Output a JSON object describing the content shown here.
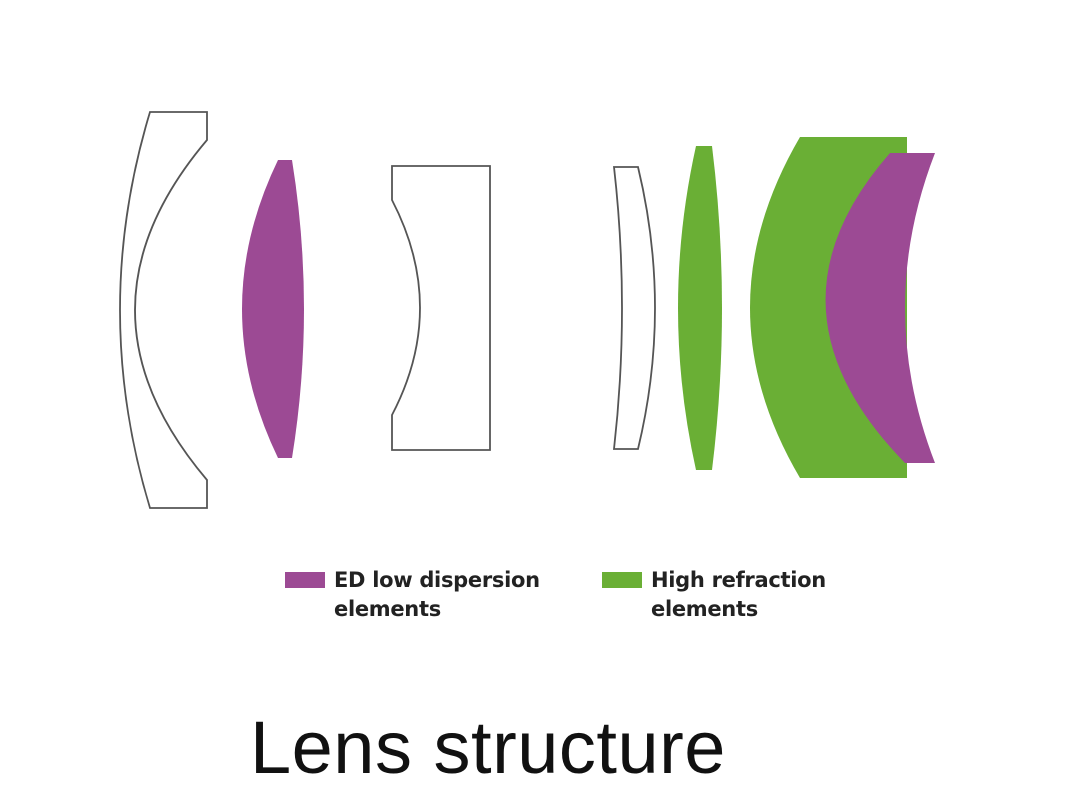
{
  "colors": {
    "ed": "#9c4a94",
    "high_refraction": "#6aaf35",
    "outline": "#555555"
  },
  "legend": [
    {
      "line1": "ED low dispersion",
      "line2": "elements",
      "color": "#9c4a94"
    },
    {
      "line1": "High refraction",
      "line2": "elements",
      "color": "#6aaf35"
    }
  ],
  "title": "Lens structure"
}
